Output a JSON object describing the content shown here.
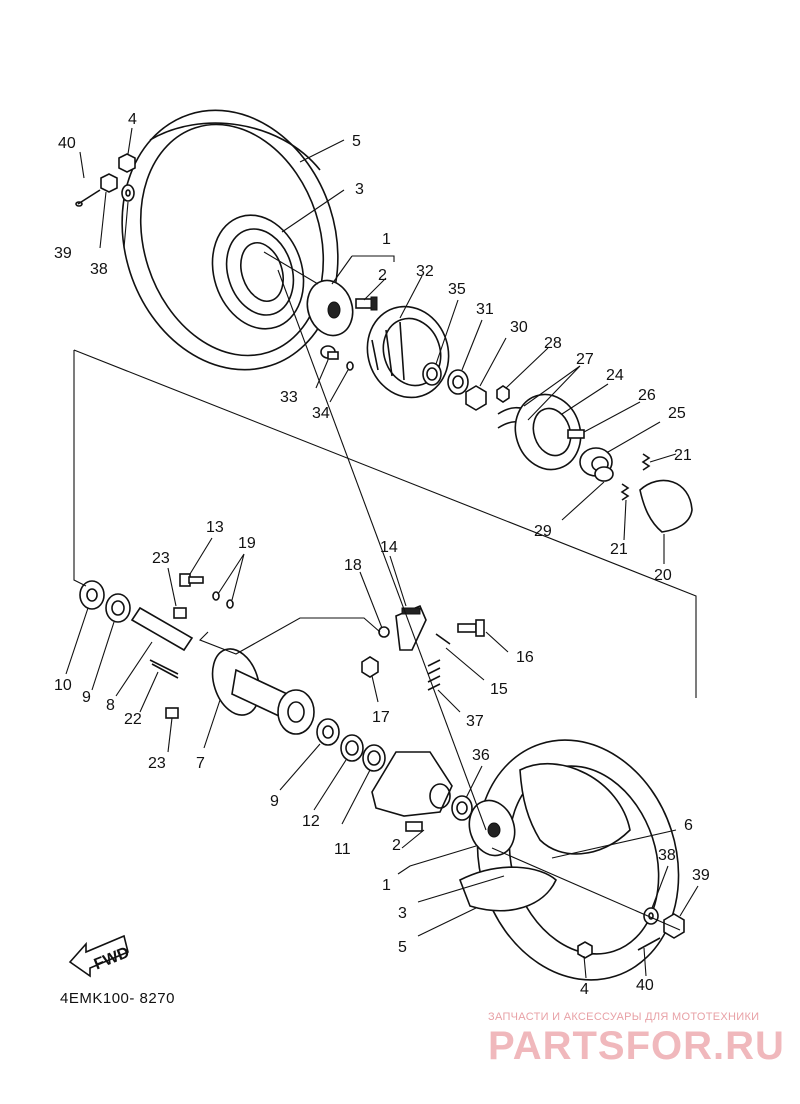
{
  "diagram": {
    "part_code": "4EMK100- 8270",
    "fwd_label": "FWD",
    "watermark": {
      "subtitle": "ЗАПЧАСТИ И АКСЕССУАРЫ ДЛЯ МОТОТЕХНИКИ",
      "logo": "PARTSFOR.RU"
    },
    "callouts": {
      "c40a": "40",
      "c4a": "4",
      "c5a": "5",
      "c3a": "3",
      "c39a": "39",
      "c38a": "38",
      "c1a": "1",
      "c2a": "2",
      "c32": "32",
      "c35": "35",
      "c31": "31",
      "c30": "30",
      "c28": "28",
      "c27": "27",
      "c24": "24",
      "c26": "26",
      "c25": "25",
      "c33": "33",
      "c34": "34",
      "c21a": "21",
      "c21b": "21",
      "c29": "29",
      "c20": "20",
      "c13": "13",
      "c19": "19",
      "c23a": "23",
      "c18": "18",
      "c14": "14",
      "c16": "16",
      "c15": "15",
      "c17": "17",
      "c37": "37",
      "c10": "10",
      "c9a": "9",
      "c8": "8",
      "c22": "22",
      "c23b": "23",
      "c7": "7",
      "c9b": "9",
      "c12": "12",
      "c11": "11",
      "c36": "36",
      "c2b": "2",
      "c1b": "1",
      "c6": "6",
      "c38b": "38",
      "c39b": "39",
      "c3b": "3",
      "c5b": "5",
      "c4b": "4",
      "c40b": "40"
    }
  }
}
